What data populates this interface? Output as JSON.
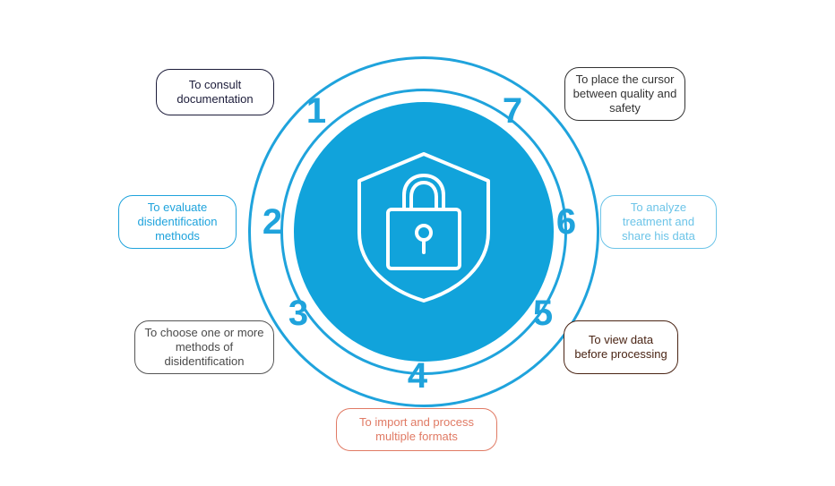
{
  "steps": [
    {
      "number": "1",
      "label": "To consult documentation",
      "color": "#1c1c3a"
    },
    {
      "number": "2",
      "label": "To evaluate disidentification methods",
      "color": "#1fa3dc"
    },
    {
      "number": "3",
      "label": "To choose one or more methods of disidentification",
      "color": "#4a4a4a"
    },
    {
      "number": "4",
      "label": "To import and process multiple formats",
      "color": "#e07a64"
    },
    {
      "number": "5",
      "label": "To view data before processing",
      "color": "#4a2414"
    },
    {
      "number": "6",
      "label": "To analyze treatment and share his data",
      "color": "#6cc4e8"
    },
    {
      "number": "7",
      "label": "To place the cursor between quality and safety",
      "color": "#333333"
    }
  ],
  "center_icon": "shield-lock-icon",
  "accent_color": "#1fa3dc",
  "core_color": "#11a3db"
}
